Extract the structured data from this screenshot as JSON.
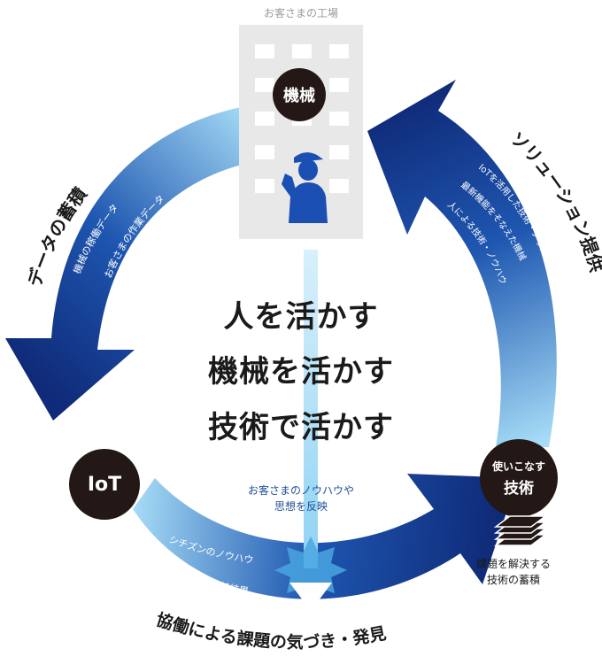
{
  "factory": {
    "caption": "お客さまの工場",
    "machine_label": "機械"
  },
  "center": {
    "line1": "人を活かす",
    "line2": "機械を活かす",
    "line3": "技術で活かす",
    "feedback_line1": "お客さまのノウハウや",
    "feedback_line2": "思想を反映"
  },
  "iot": {
    "label": "IoT"
  },
  "skill": {
    "line1": "使いこなす",
    "line2": "技術"
  },
  "solve": {
    "line1": "課題を解決する",
    "line2": "技術の蓄積"
  },
  "arrows": {
    "left": {
      "title": "データの蓄積",
      "item1": "機械の稼働データ",
      "item2": "お客さまの作業データ"
    },
    "right": {
      "title": "ソリューション提供",
      "item1": "IoTを活用した技術・ノウハウ",
      "item2": "最新機能をそなえた機械",
      "item3": "人による技術・ノウハウ"
    },
    "bottom": {
      "title": "協働による課題の気づき・発見",
      "item1": "シチズンのノウハウ",
      "item2": "データの分析結果"
    }
  },
  "colors": {
    "arrow_dark": "#0f2a78",
    "arrow_mid": "#1e56b0",
    "arrow_light": "#a6dcf6",
    "node_dark": "#231815",
    "building_gray": "#e8e8e8",
    "worker_blue": "#1b4fb4"
  }
}
